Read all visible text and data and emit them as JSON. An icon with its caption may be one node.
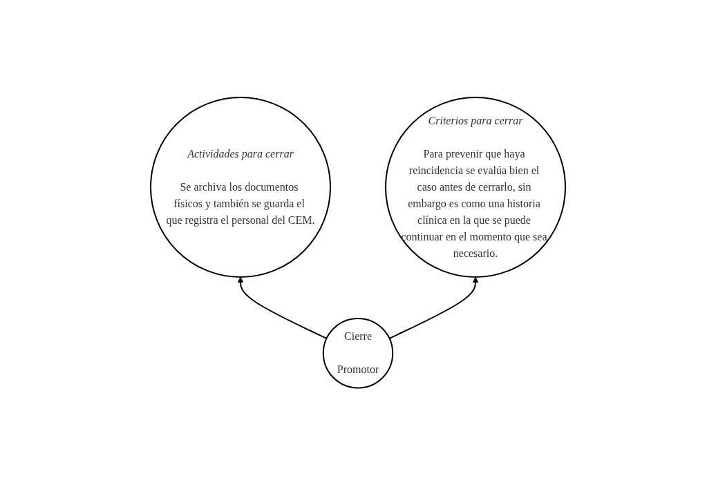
{
  "diagram": {
    "nodes": [
      {
        "text": [
          "Criterios para cerrar",
          "Para prevenir que haya reincidencia se evalúa bien el caso antes de cerrarlo, sin embargo es como una historia clínica en la que se puede continuar en el momento que sea necesario."
        ]
      },
      {
        "text": [
          "Actividades para cerrar",
          "Se archiva los documentos físicos y también se guarda el que registra el personal del CEM."
        ]
      },
      {
        "text": [
          "Cierre",
          "Promotor"
        ]
      }
    ],
    "edges": [
      {
        "from": 2,
        "to": 1,
        "arrow": "to"
      },
      {
        "from": 2,
        "to": 0,
        "arrow": "to"
      }
    ]
  }
}
